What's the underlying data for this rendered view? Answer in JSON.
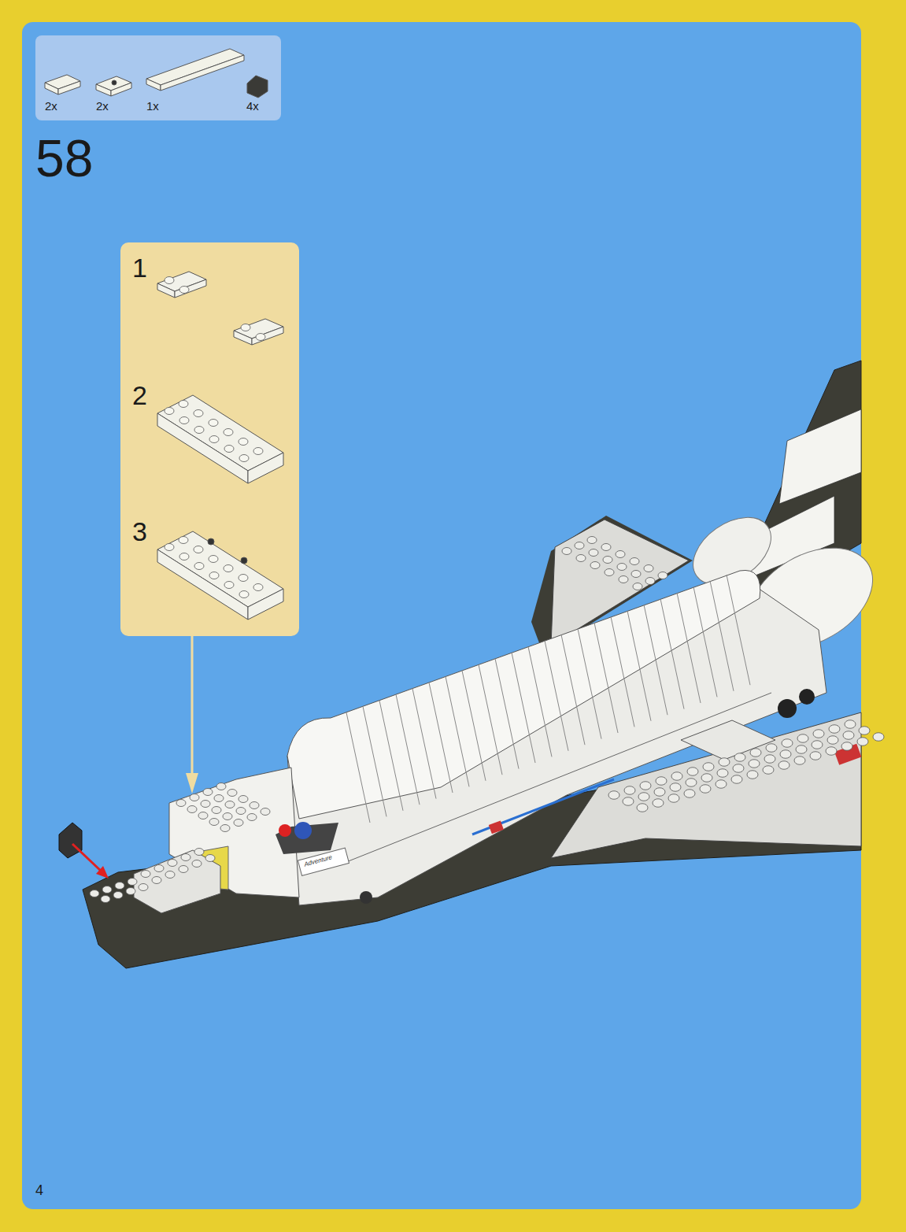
{
  "diagram": {
    "title": "58",
    "nodes": [
      {
        "text": [
          "2x",
          "2x",
          "1x",
          "4x"
        ]
      },
      {
        "text": [
          "1",
          "2",
          "3"
        ]
      }
    ],
    "labels": [
      "Adventure",
      "4"
    ]
  }
}
